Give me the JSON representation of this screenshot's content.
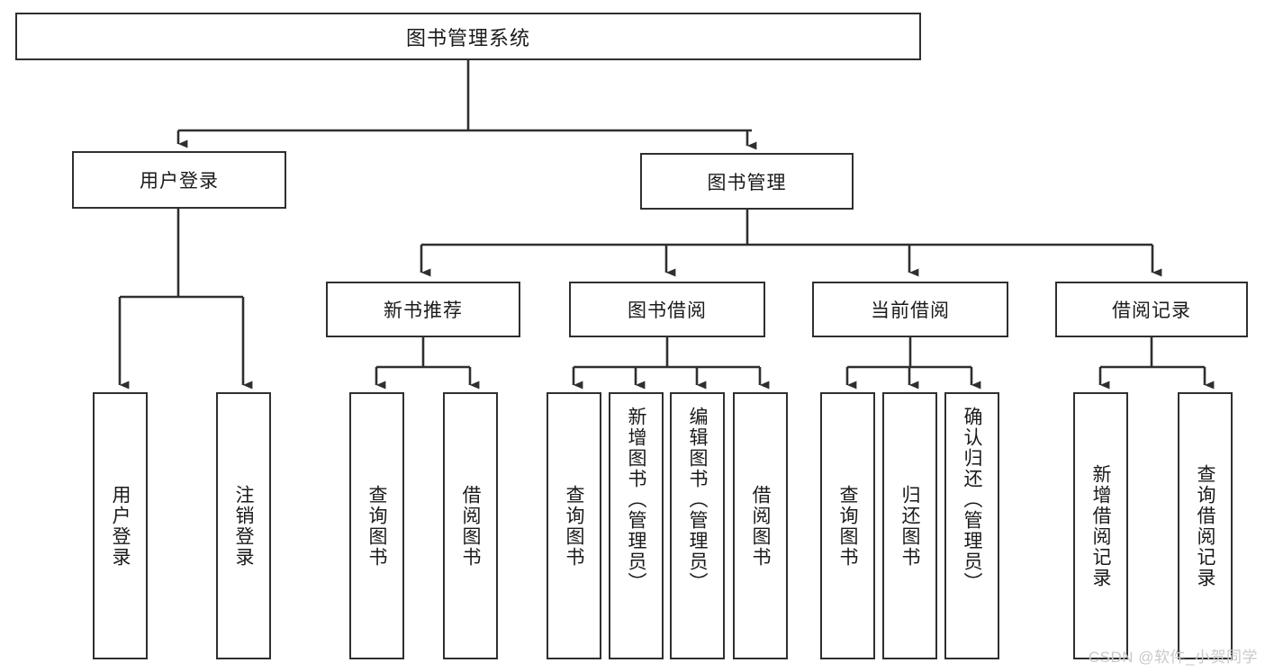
{
  "diagram": {
    "type": "tree-hierarchy",
    "title_node": {
      "label": "图书管理系统"
    },
    "level2": [
      {
        "id": "user-login",
        "label": "用户登录"
      },
      {
        "id": "book-manage",
        "label": "图书管理"
      }
    ],
    "level3": [
      {
        "id": "new-book-rec",
        "label": "新书推荐",
        "parent": "book-manage"
      },
      {
        "id": "book-borrow",
        "label": "图书借阅",
        "parent": "book-manage"
      },
      {
        "id": "current-borrow",
        "label": "当前借阅",
        "parent": "book-manage"
      },
      {
        "id": "borrow-record",
        "label": "借阅记录",
        "parent": "book-manage"
      }
    ],
    "leaves": {
      "user-login": [
        {
          "id": "leaf-user-login",
          "label": "用户登录"
        },
        {
          "id": "leaf-logout",
          "label": "注销登录"
        }
      ],
      "new-book-rec": [
        {
          "id": "leaf-query-book-1",
          "label": "查询图书"
        },
        {
          "id": "leaf-borrow-book-1",
          "label": "借阅图书"
        }
      ],
      "book-borrow": [
        {
          "id": "leaf-query-book-2",
          "label": "查询图书"
        },
        {
          "id": "leaf-add-book",
          "label": "新增图书（管理员）"
        },
        {
          "id": "leaf-edit-book",
          "label": "编辑图书（管理员）"
        },
        {
          "id": "leaf-borrow-book-2",
          "label": "借阅图书"
        }
      ],
      "current-borrow": [
        {
          "id": "leaf-query-book-3",
          "label": "查询图书"
        },
        {
          "id": "leaf-return-book",
          "label": "归还图书"
        },
        {
          "id": "leaf-confirm-return",
          "label": "确认归还（管理员）"
        }
      ],
      "borrow-record": [
        {
          "id": "leaf-add-record",
          "label": "新增借阅记录"
        },
        {
          "id": "leaf-query-record",
          "label": "查询借阅记录"
        }
      ]
    }
  },
  "watermark": {
    "text": "CSDN @软件_小贺同学"
  },
  "colors": {
    "stroke": "#2f2f2f",
    "fill": "#ffffff",
    "text": "#1a1a1a",
    "watermark": "#c9c9c9"
  }
}
